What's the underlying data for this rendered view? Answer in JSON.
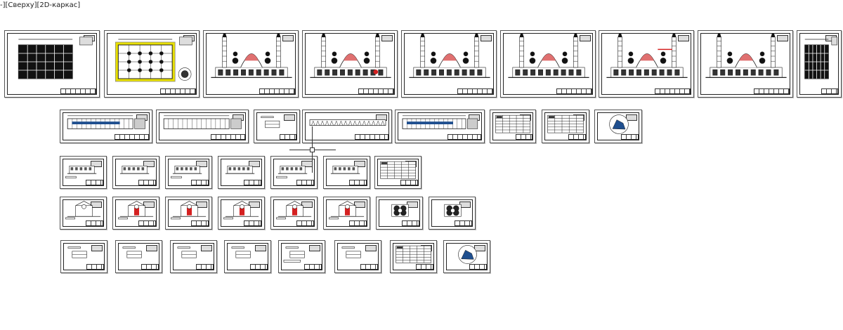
{
  "viewport": {
    "label": "-][Сверху][2D-каркас]"
  },
  "colors": {
    "line": "#222222",
    "accent_red": "#d42020",
    "accent_yellow": "#e8e000",
    "accent_blue": "#1f4f8f",
    "accent_pink": "#e07070"
  },
  "sheets": {
    "row1_count": 9,
    "row2_count": 8,
    "row3_count": 7,
    "row4_count": 8,
    "row5_count": 8
  }
}
